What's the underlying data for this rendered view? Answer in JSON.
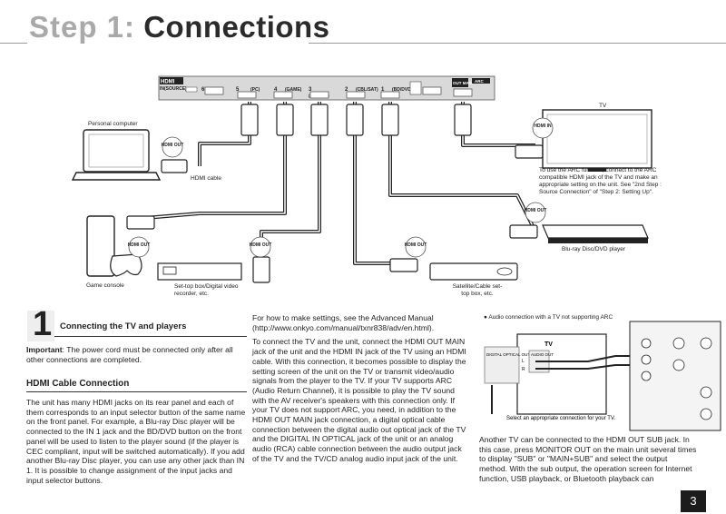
{
  "header": {
    "step": "Step 1:",
    "title": "Connections"
  },
  "unit": {
    "tags": [
      "HDMI",
      "IN(SOURCE)"
    ],
    "jacks": [
      "6",
      "5",
      "(PC)",
      "4",
      "(GAME)",
      "3",
      "(STB/DVR)",
      "2",
      "(CBL/SAT)",
      "1",
      "(BD/DVD)"
    ],
    "out_tag": "OUT MAIN",
    "arc_tag": "ARC"
  },
  "devices": {
    "pc": "Personal computer",
    "tv": "TV",
    "hdmi_cable": "HDMI cable",
    "arc_note": "To use the ARC function, connect to the ARC compatible HDMI jack of the TV and make an appropriate setting on the unit. See \"2nd Step : Source Connection\" of \"Step 2: Setting Up\".",
    "bluray": "Blu-ray Disc/DVD player",
    "console": "Game console",
    "stb": "Set-top box/Digital video recorder, etc.",
    "sat": "Satellite/Cable set-top box, etc.",
    "hdmi_out": "HDMI OUT",
    "hdmi_in": "HDMI IN"
  },
  "section": {
    "number": "1",
    "title": "Connecting the TV and players",
    "important_label": "Important",
    "important_text": ": The power cord must be connected only after all other connections are completed.",
    "hdmi_heading": "HDMI Cable Connection",
    "hdmi_body": "The unit has many HDMI jacks on its rear panel and each of them corresponds to an input selector button of the same name on the front panel. For example, a Blu-ray Disc player will be connected to the IN 1 jack and the BD/DVD button on the front panel will be used to listen to the player sound (if the player is CEC compliant, input will be switched automatically). If you add another Blu-ray Disc player, you can use any other jack than IN 1. It is possible to change assignment of the input jacks and input selector buttons."
  },
  "col2": {
    "p1": "For how to make settings, see the Advanced Manual (http://www.onkyo.com/manual/txnr838/adv/en.html).",
    "p2": "To connect the TV and the unit, connect the HDMI OUT MAIN jack of the unit and the HDMI IN jack of the TV using an HDMI cable. With this connection, it becomes possible to display the setting screen of the unit on the TV or transmit video/audio signals from the player to the TV. If your TV supports ARC (Audio Return Channel), it is possible to play the TV sound with the AV receiver's speakers with this connection only. If your TV does not support ARC, you need, in addition to the HDMI OUT MAIN jack connection, a digital optical cable connection between the digital audio out optical jack of the TV and the DIGITAL IN OPTICAL jack of the unit or an analog audio (RCA) cable connection between the audio output jack of the TV and the TV/CD analog audio input jack of the unit."
  },
  "col3": {
    "caption": "Audio connection with a TV not supporting ARC",
    "tv": "TV",
    "optical": "DIGITAL OPTICAL OUT",
    "audio_out": "AUDIO OUT",
    "lr": [
      "L",
      "R"
    ],
    "select_note": "Select an appropriate connection for your TV.",
    "body": "Another TV can be connected to the HDMI OUT SUB jack. In this case, press MONITOR OUT on the main unit several times to display \"SUB\" or \"MAIN+SUB\" and select the output method. With the sub output, the operation screen for Internet function, USB playback, or Bluetooth playback can"
  },
  "page_number": "3",
  "colors": {
    "ink": "#222222",
    "muted": "#a9a9a9",
    "panel": "#eeeeee",
    "badge": "#1c1c1c"
  }
}
